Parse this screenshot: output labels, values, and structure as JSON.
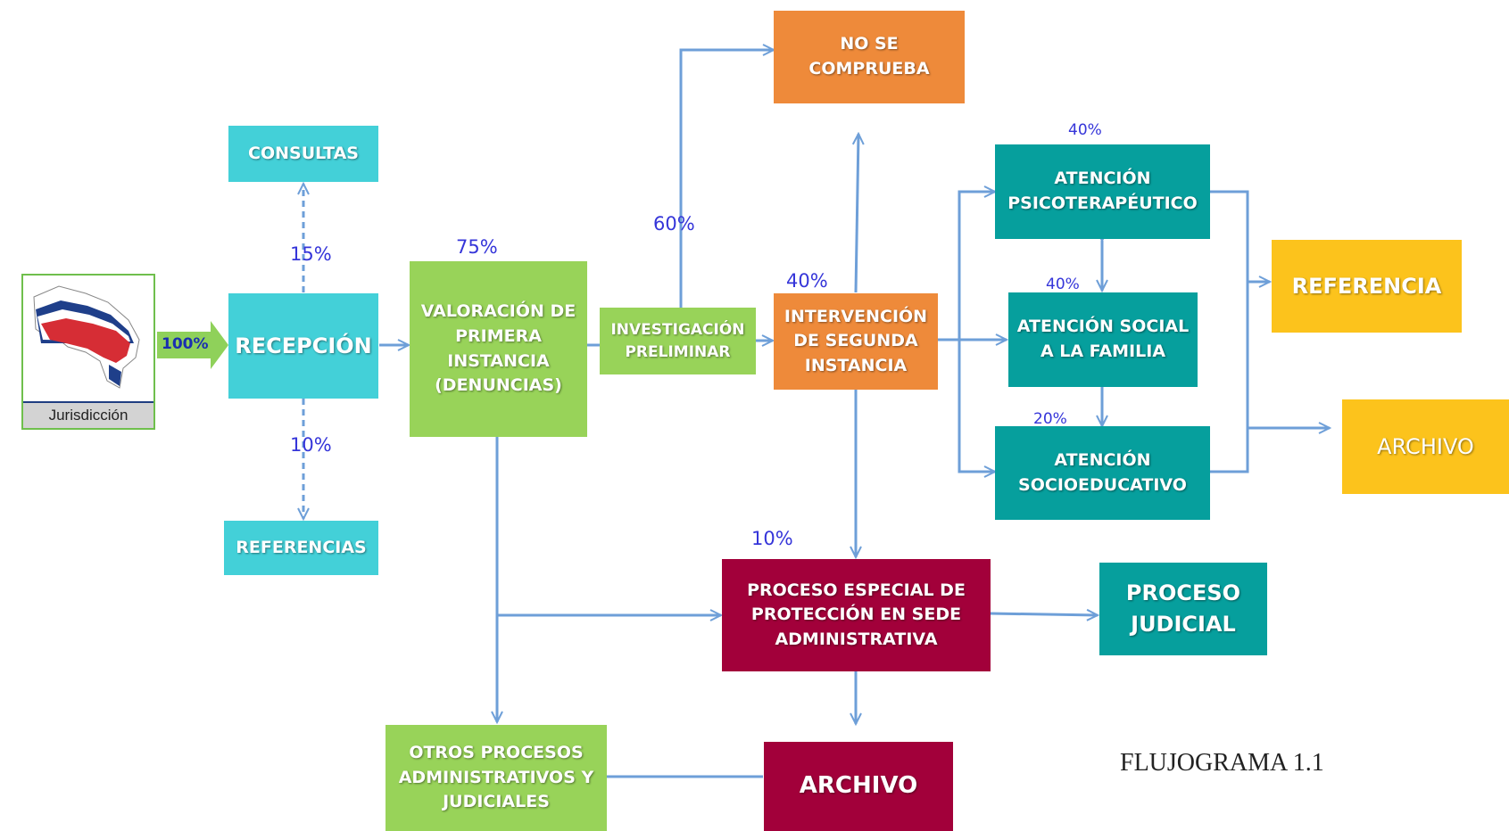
{
  "nodes": {
    "consultas": "CONSULTAS",
    "recepcion": "RECEPCIÓN",
    "referencias": "REFERENCIAS",
    "valoracion": "VALORACIÓN DE\nPRIMERA\nINSTANCIA\n(DENUNCIAS)",
    "investigacion": "INVESTIGACIÓN\nPRELIMINAR",
    "no_se_comprueba": "NO SE\nCOMPRUEBA",
    "intervencion": "INTERVENCIÓN\nDE SEGUNDA\nINSTANCIA",
    "atencion_psico": "ATENCIÓN\nPSICOTERAPÉUTICO",
    "atencion_social": "ATENCIÓN SOCIAL\nA LA FAMILIA",
    "atencion_socioedu": "ATENCIÓN\nSOCIOEDUCATIVO",
    "referencia": "REFERENCIA",
    "archivo_yellow": "ARCHIVO",
    "proceso_especial": "PROCESO ESPECIAL DE\nPROTECCIÓN EN SEDE\nADMINISTRATIVA",
    "proceso_judicial": "PROCESO\nJUDICIAL",
    "otros_procesos": "OTROS PROCESOS\nADMINISTRATIVOS Y\nJUDICIALES",
    "archivo_crimson": "ARCHIVO"
  },
  "percentages": {
    "entry": "100%",
    "consultas": "15%",
    "referencias": "10%",
    "valoracion": "75%",
    "no_se_comprueba": "60%",
    "intervencion": "40%",
    "psico": "40%",
    "social": "40%",
    "socioedu": "20%",
    "proceso_especial": "10%"
  },
  "map": {
    "label": "Jurisdicción"
  },
  "caption": "FLUJOGRAMA 1.1",
  "colors": {
    "cyan": "#43d0d8",
    "light_green": "#98d359",
    "orange": "#ee8a3a",
    "teal": "#069f9d",
    "crimson": "#a2003a",
    "yellow": "#fcc31c",
    "arrow": "#6e9fd8",
    "percent_text": "#3535d9"
  }
}
